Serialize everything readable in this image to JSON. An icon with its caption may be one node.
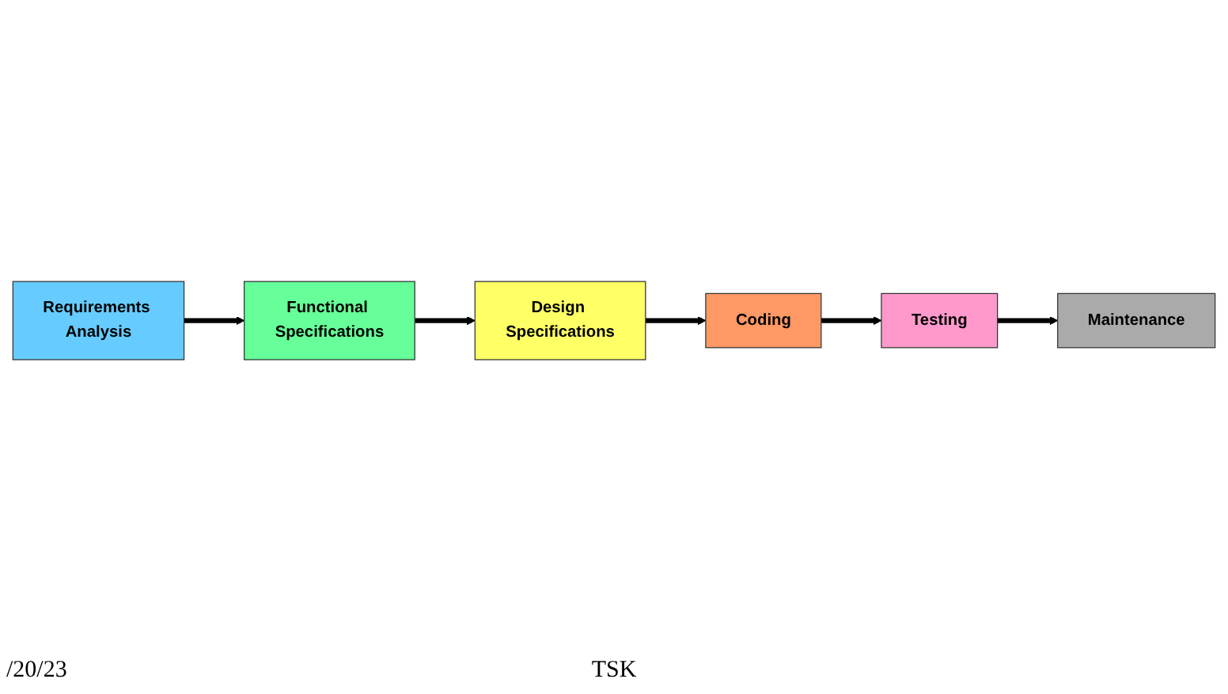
{
  "diagram": {
    "nodes": [
      {
        "text": [
          "Requirements Analysis"
        ]
      },
      {
        "text": [
          "Functional Specifications"
        ]
      },
      {
        "text": [
          "Design Specifications"
        ]
      },
      {
        "text": [
          "Coding"
        ]
      },
      {
        "text": [
          "Testing"
        ]
      },
      {
        "text": [
          "Maintenance"
        ]
      }
    ],
    "edges": [
      {
        "from": 0,
        "to": 1,
        "arrow": "to"
      },
      {
        "from": 1,
        "to": 2,
        "arrow": "to"
      },
      {
        "from": 2,
        "to": 3,
        "arrow": "to"
      },
      {
        "from": 3,
        "to": 4,
        "arrow": "to"
      },
      {
        "from": 4,
        "to": 5,
        "arrow": "to"
      }
    ],
    "labels": [
      "/20/23",
      "TSK"
    ]
  }
}
